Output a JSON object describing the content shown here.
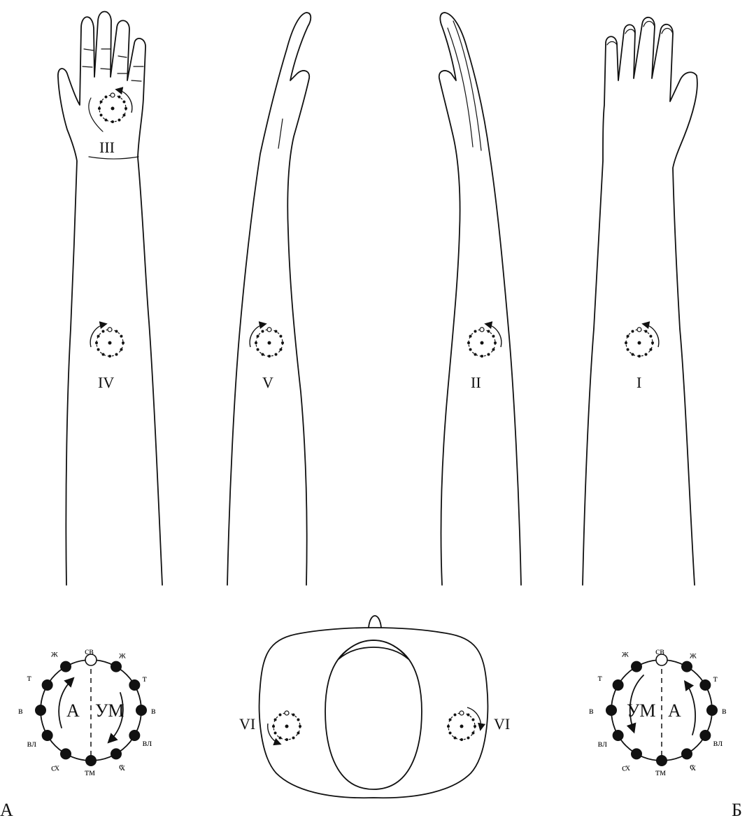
{
  "arm_labels": {
    "arm1_hand": "III",
    "arm1_forearm": "IV",
    "arm2_forearm": "V",
    "arm3_forearm": "II",
    "arm4_forearm": "I"
  },
  "torso_labels": {
    "left": "VI",
    "right": "VI"
  },
  "diagram_a": {
    "corner_label": "А",
    "left_zone": "А",
    "right_zone": "УМ",
    "top": "св",
    "bottom": "тм",
    "left_side": [
      "ж",
      "т",
      "в",
      "вл",
      "с",
      "х"
    ],
    "right_side": [
      "ж",
      "т",
      "в",
      "вл",
      "с",
      "х"
    ]
  },
  "diagram_b": {
    "corner_label": "Б",
    "left_zone": "УМ",
    "right_zone": "А",
    "top": "св",
    "bottom": "тм",
    "left_side": [
      "ж",
      "т",
      "в",
      "вл",
      "с",
      "х"
    ],
    "right_side": [
      "ж",
      "т",
      "в",
      "вл",
      "с",
      "х"
    ]
  },
  "colors": {
    "ink": "#111111",
    "background": "#ffffff"
  }
}
